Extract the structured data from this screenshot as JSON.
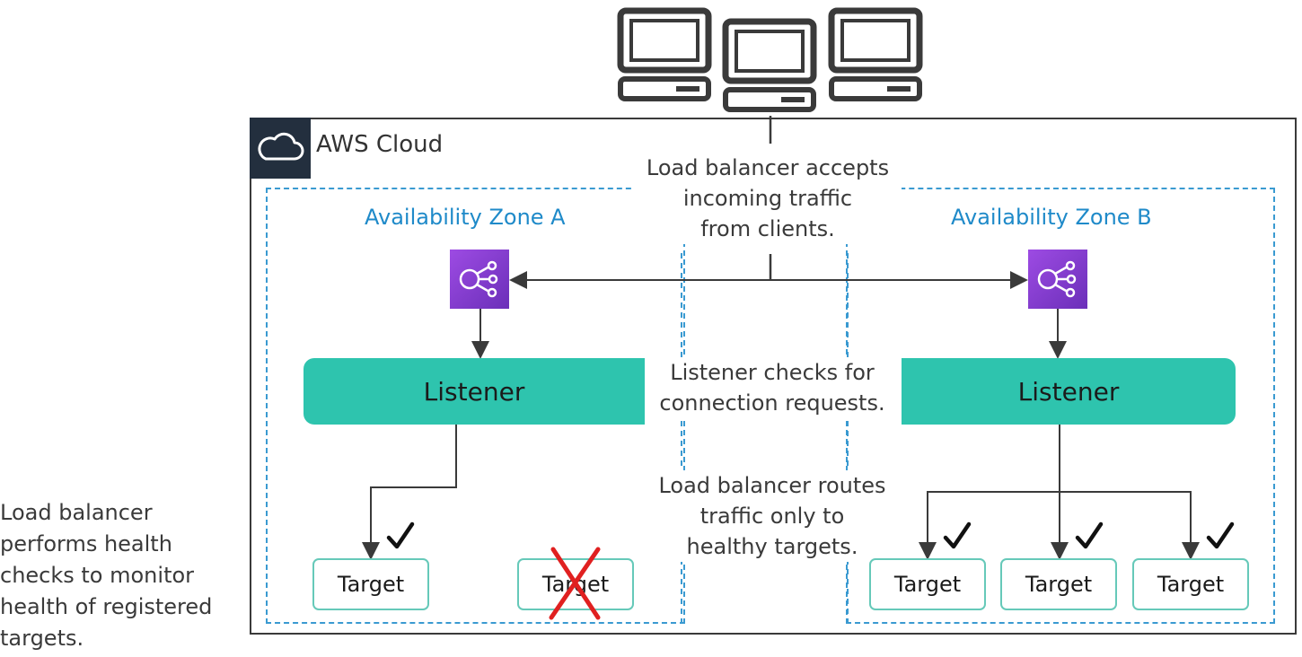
{
  "cloud": {
    "label": "AWS Cloud"
  },
  "zones": {
    "a": {
      "label": "Availability Zone A",
      "listener": "Listener"
    },
    "b": {
      "label": "Availability Zone B",
      "listener": "Listener"
    }
  },
  "notes": {
    "accepts": [
      "Load balancer accepts",
      "incoming traffic",
      "from clients."
    ],
    "listener": [
      "Listener checks for",
      "connection requests."
    ],
    "routes": [
      "Load balancer routes",
      "traffic only to",
      "healthy targets."
    ]
  },
  "side_note": [
    "Load balancer",
    "performs health",
    "checks to monitor",
    "health of registered",
    "targets."
  ],
  "targets": [
    {
      "label": "Target",
      "zone": "A",
      "healthy": true
    },
    {
      "label": "Target",
      "zone": "A",
      "healthy": false
    },
    {
      "label": "Target",
      "zone": "B",
      "healthy": true
    },
    {
      "label": "Target",
      "zone": "B",
      "healthy": true
    },
    {
      "label": "Target",
      "zone": "B",
      "healthy": true
    }
  ],
  "icons": {
    "client": "computer-monitor-icon",
    "cloud": "cloud-icon",
    "load_balancer": "elastic-load-balancer-icon",
    "healthy": "checkmark-icon",
    "unhealthy": "red-x-icon"
  },
  "colors": {
    "listener": "#2ec4ae",
    "zone_border": "#3a9ad1",
    "zone_label": "#1f8ac9",
    "load_balancer": "#8c3fd6",
    "unhealthy": "#e02020",
    "cloud_badge": "#232f3e"
  }
}
